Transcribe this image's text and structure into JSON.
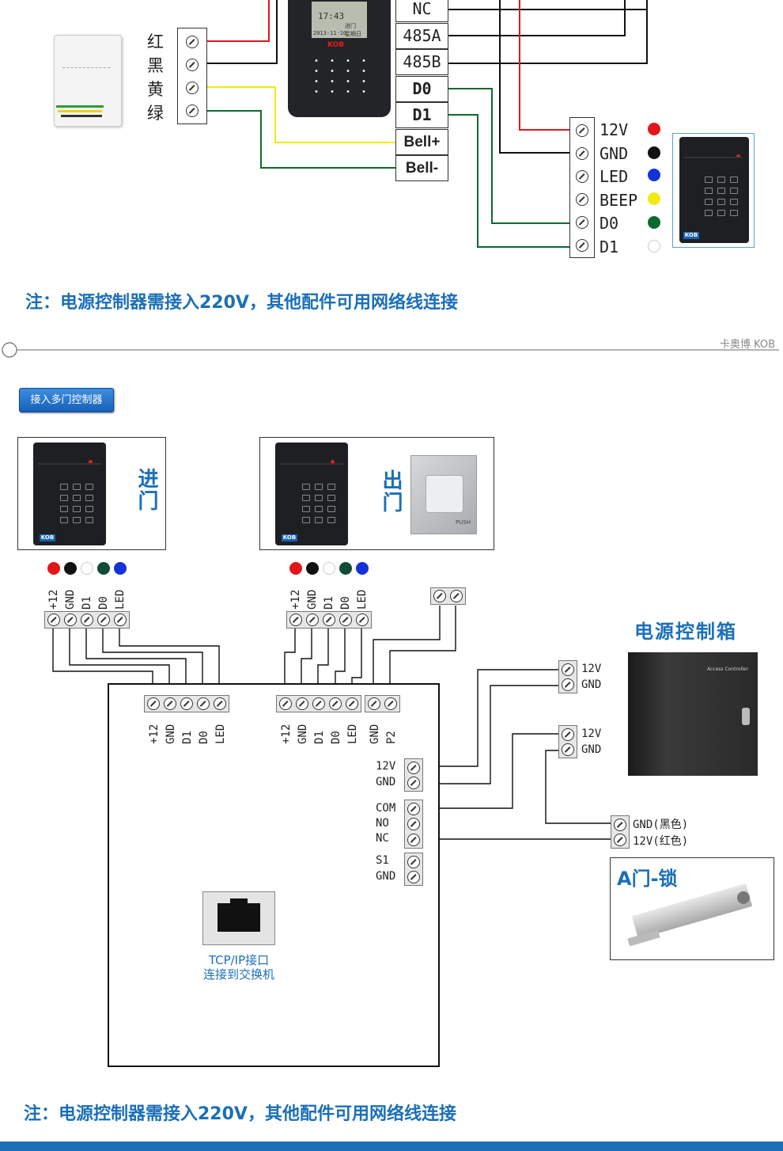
{
  "top": {
    "wire_labels": [
      "红",
      "黑",
      "黄",
      "绿"
    ],
    "controller_pins": [
      "NC",
      "485A",
      "485B",
      "D0",
      "D1",
      "Bell+",
      "Bell-"
    ],
    "device_screen": {
      "time": "17:43",
      "door": "进门",
      "date": "2013-11-10",
      "weekday": "星期日"
    },
    "device_brand": "KOB",
    "reader_pins": [
      {
        "label": "12V",
        "color": "#e3161b"
      },
      {
        "label": "GND",
        "color": "#111111"
      },
      {
        "label": "LED",
        "color": "#1432d8"
      },
      {
        "label": "BEEP",
        "color": "#f2ea12"
      },
      {
        "label": "D0",
        "color": "#0d6a2e"
      },
      {
        "label": "D1",
        "color": "#ffffff"
      }
    ],
    "note": "注：电源控制器需接入220V，其他配件可用网络线连接"
  },
  "divider": {
    "brand_text": "卡奥博 KOB"
  },
  "section_button": "接入多门控制器",
  "bottom": {
    "panel_in": {
      "title": "进门"
    },
    "panel_out": {
      "title": "出门",
      "button_text": "PUSH"
    },
    "reader_labels": [
      "+12",
      "GND",
      "D1",
      "D0",
      "LED"
    ],
    "reader_colors": [
      "#e3161b",
      "#111111",
      "#ffffff",
      "#124c36",
      "#1432d8"
    ],
    "controller_top_left": [
      "+12",
      "GND",
      "D1",
      "D0",
      "LED"
    ],
    "controller_top_right": [
      "+12",
      "GND",
      "D1",
      "D0",
      "LED"
    ],
    "controller_top_extra": [
      "GND",
      "P2"
    ],
    "controller_side": {
      "power": [
        "12V",
        "GND"
      ],
      "relay": [
        "COM",
        "NO",
        "NC"
      ],
      "sensor": [
        "S1",
        "GND"
      ]
    },
    "psu_out1": [
      "12V",
      "GND"
    ],
    "psu_out2": [
      "12V",
      "GND"
    ],
    "psu_title": "电源控制箱",
    "psu_brand": "Access Controller",
    "lock_pins": [
      "GND(黑色)",
      "12V(红色)"
    ],
    "lock_title": "A门-锁",
    "tcp_label_1": "TCP/IP接口",
    "tcp_label_2": "连接到交换机",
    "note": "注：电源控制器需接入220V，其他配件可用网络线连接"
  }
}
